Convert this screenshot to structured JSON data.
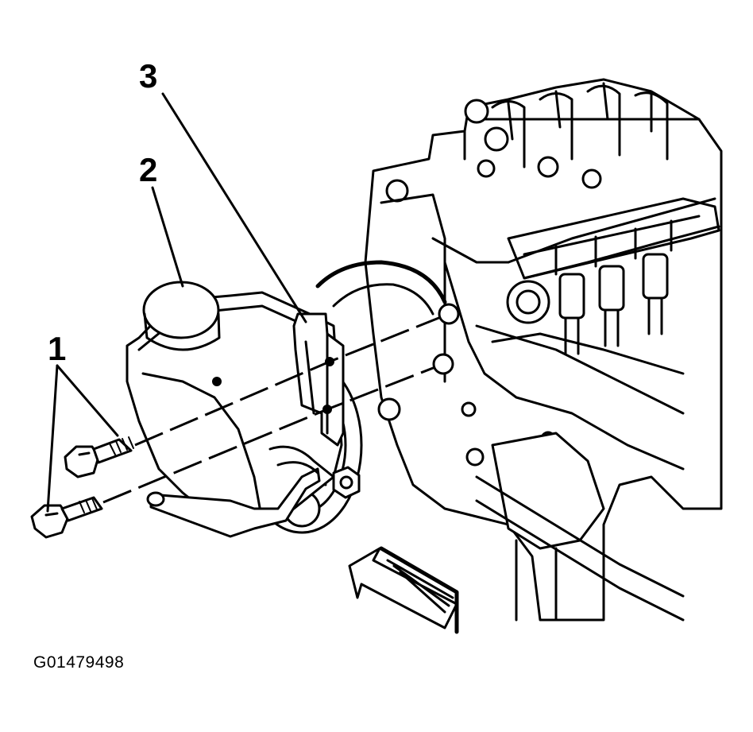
{
  "diagram": {
    "callouts": [
      {
        "label": "1",
        "target": "bolts"
      },
      {
        "label": "2",
        "target": "reservoir"
      },
      {
        "label": "3",
        "target": "bracket"
      }
    ],
    "figure_id": "G01479498",
    "colors": {
      "ink": "#000000",
      "paper": "#ffffff"
    },
    "icons": {
      "direction": "arrow-icon"
    }
  }
}
